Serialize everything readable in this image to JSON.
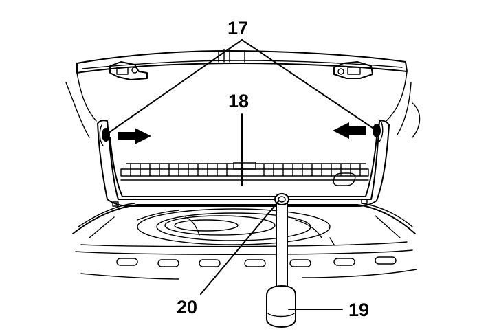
{
  "callouts": {
    "c17": "17",
    "c18": "18",
    "c19": "19",
    "c20": "20"
  },
  "colors": {
    "line": "#000000",
    "background": "#ffffff"
  }
}
